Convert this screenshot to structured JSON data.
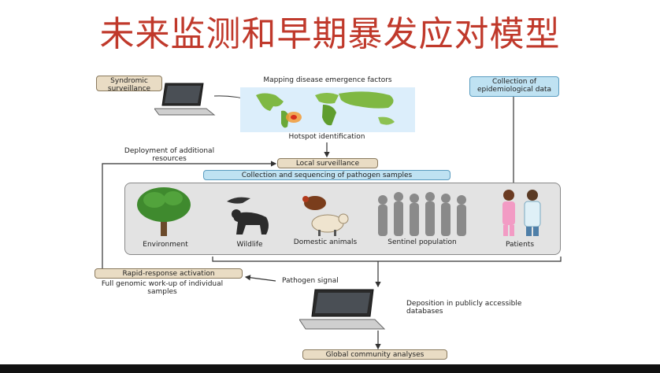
{
  "slide": {
    "title": "未来监测和早期暴发应对模型"
  },
  "diagram": {
    "syndromic": "Syndromic surveillance",
    "mapping": "Mapping disease emergence factors",
    "collection_epi": "Collection of epidemiological data",
    "hotspot": "Hotspot identification",
    "deployment": "Deployment of additional resources",
    "local": "Local surveillance",
    "collection_seq": "Collection and sequencing of pathogen samples",
    "categories": {
      "environment": "Environment",
      "wildlife": "Wildlife",
      "domestic": "Domestic animals",
      "sentinel": "Sentinel population",
      "patients": "Patients"
    },
    "rapid": "Rapid-response activation",
    "full_genomic": "Full genomic work-up of individual samples",
    "pathogen_signal": "Pathogen signal",
    "deposition": "Deposition in publicly accessible databases",
    "global": "Global community analyses"
  },
  "colors": {
    "title": "#c0392b",
    "tan_box": "#e9dcc4",
    "blue_box": "#bfe2f2",
    "panel": "#e3e3e3"
  }
}
